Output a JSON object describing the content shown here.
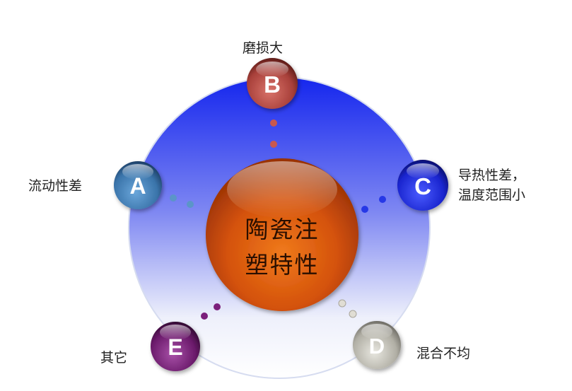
{
  "center": {
    "line1": "陶瓷注",
    "line2": "塑特性"
  },
  "nodes": [
    {
      "letter": "A",
      "label": "流动性差",
      "color": "#3f7fb7"
    },
    {
      "letter": "B",
      "label": "磨损大",
      "color": "#b5433d"
    },
    {
      "letter": "C",
      "label_line1": "导热性差，",
      "label_line2": "温度范围小",
      "color": "#1a2ad8"
    },
    {
      "letter": "D",
      "label": "混合不均",
      "color": "#b8b6ac"
    },
    {
      "letter": "E",
      "label": "其它",
      "color": "#6e1a6e"
    }
  ],
  "colors": {
    "ring_top": "#1e2ff0",
    "ring_bottom": "#ffffff",
    "center_sphere": "#d8500c"
  }
}
